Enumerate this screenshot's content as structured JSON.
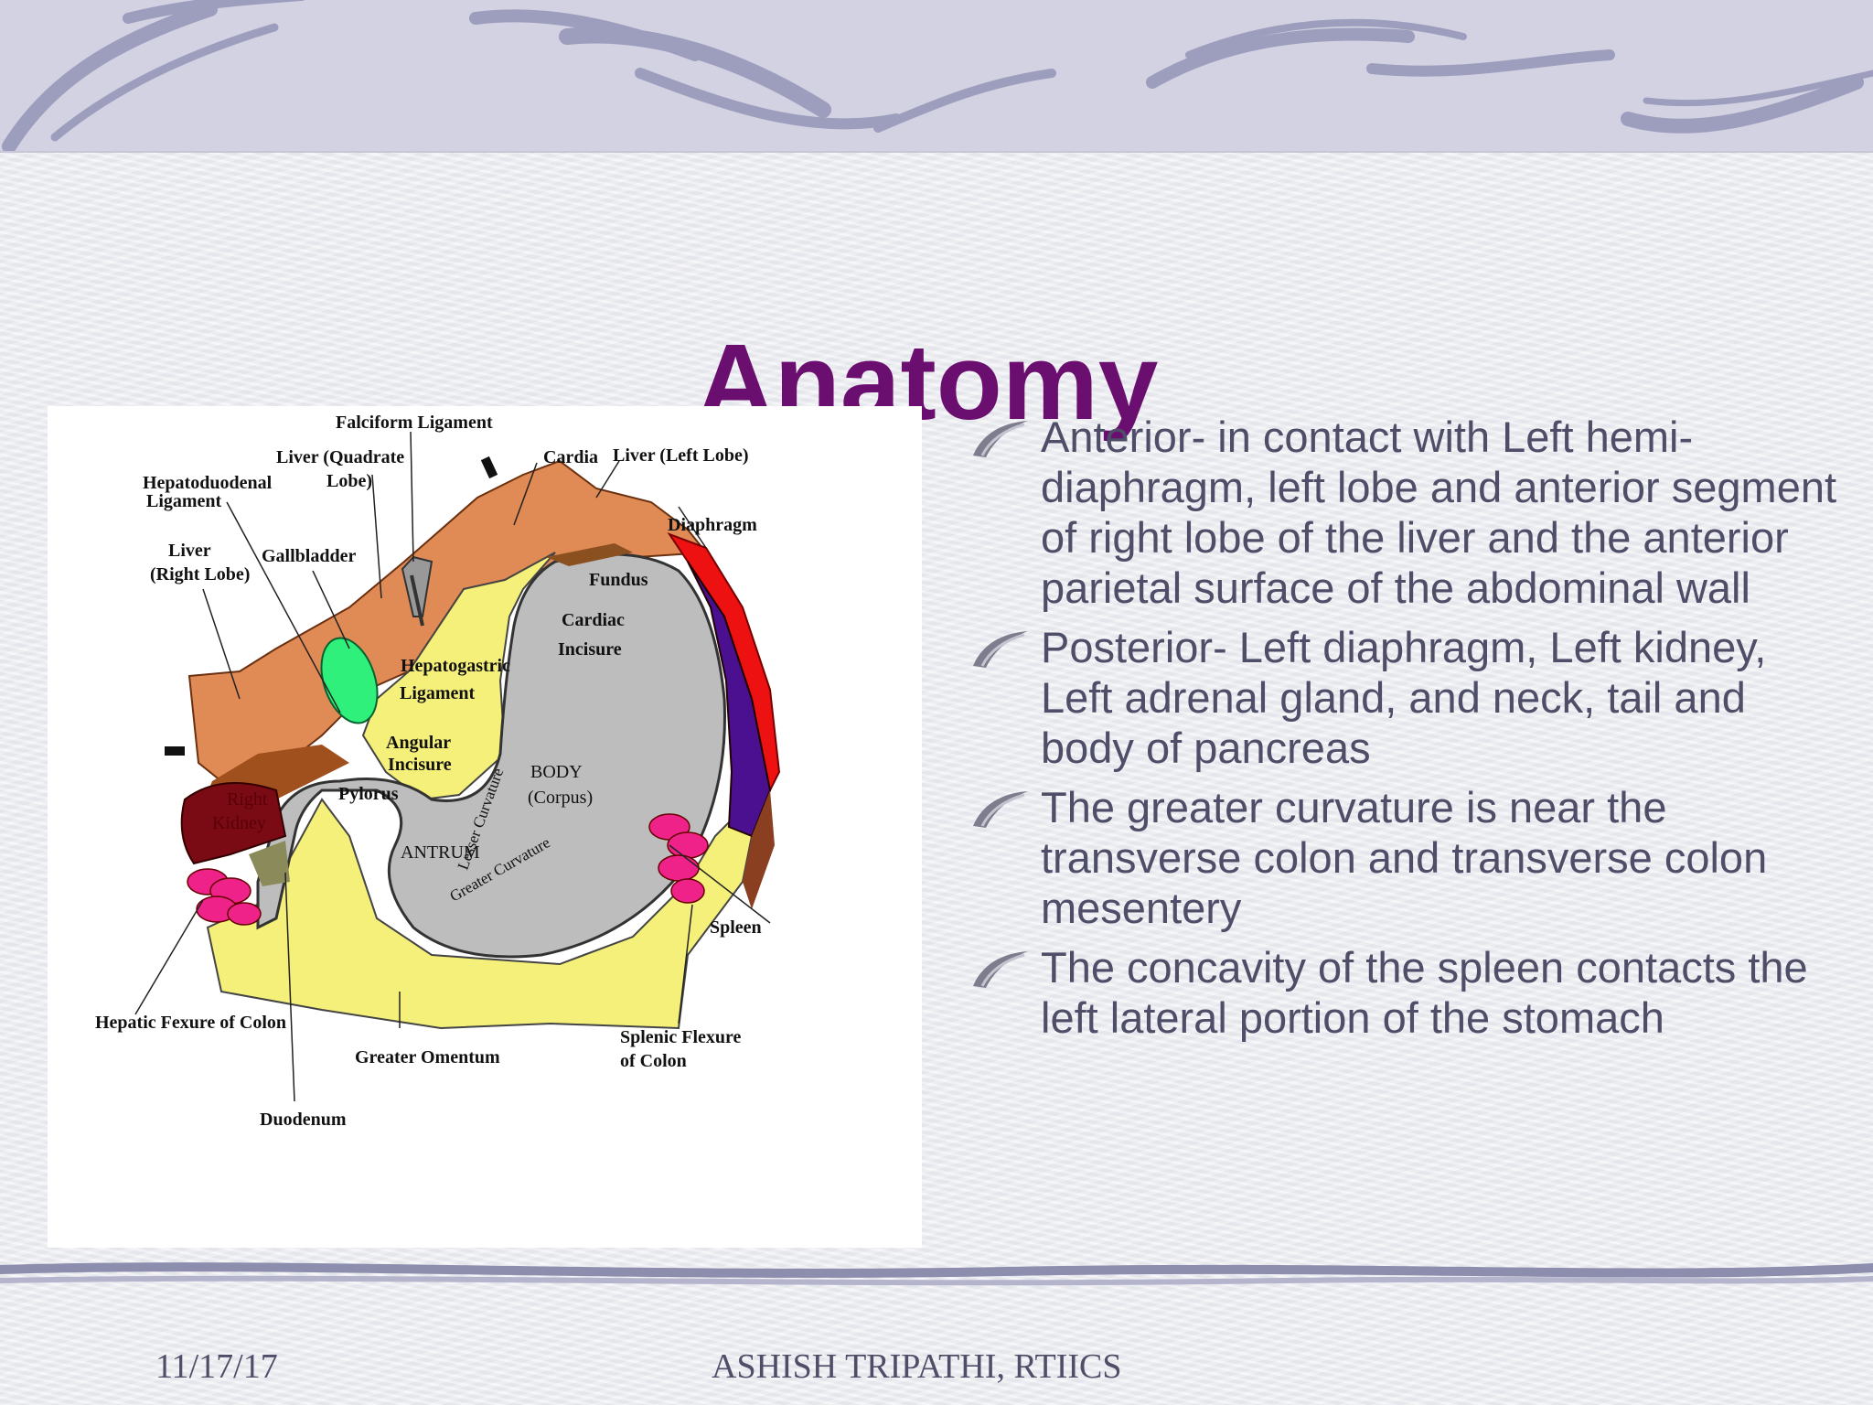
{
  "slide": {
    "title": "Anatomy",
    "bullets": [
      "Anterior- in contact with Left hemi-diaphragm, left lobe and anterior segment of right lobe of the liver and the anterior parietal surface of the abdominal wall",
      "Posterior- Left diaphragm, Left kidney, Left adrenal gland, and neck, tail and body of pancreas",
      "The greater curvature is near the transverse colon and transverse colon mesentery",
      "The concavity of the spleen contacts the left lateral portion of the stomach"
    ],
    "footer": {
      "date": "11/17/17",
      "author": "ASHISH TRIPATHI, RTIICS"
    }
  },
  "diagram": {
    "labels": {
      "falciform": "Falciform Ligament",
      "liver_quadrate_1": "Liver (Quadrate",
      "liver_quadrate_2": "Lobe)",
      "cardia": "Cardia",
      "liver_left": "Liver (Left Lobe)",
      "hepatoduodenal_1": "Hepatoduodenal",
      "hepatoduodenal_2": "Ligament",
      "diaphragm": "Diaphragm",
      "liver_right_1": "Liver",
      "liver_right_2": "(Right Lobe)",
      "gallbladder": "Gallbladder",
      "fundus": "Fundus",
      "cardiac_incisure_1": "Cardiac",
      "cardiac_incisure_2": "Incisure",
      "hepatogastric_1": "Hepatogastric",
      "hepatogastric_2": "Ligament",
      "angular_1": "Angular",
      "angular_2": "Incisure",
      "body_1": "BODY",
      "body_2": "(Corpus)",
      "pylorus": "Pylorus",
      "right_kidney_1": "Right",
      "right_kidney_2": "Kidney",
      "antrum": "ANTRUM",
      "lesser_curvature": "Lesser Curvature",
      "greater_curvature": "Greater Curvature",
      "spleen": "Spleen",
      "hepatic_flexure": "Hepatic Fexure of Colon",
      "greater_omentum": "Greater Omentum",
      "splenic_flexure_1": "Splenic Flexure",
      "splenic_flexure_2": "of Colon",
      "duodenum": "Duodenum"
    }
  },
  "colors": {
    "title": "#6a0f6f",
    "body_text": "#4e4e68",
    "liver": "#e08a55",
    "stomach": "#bdbdbd",
    "omentum": "#f5f07a",
    "gallbladder": "#2ef07a",
    "spleen": "#4a1090",
    "diaphragm": "#ee1111",
    "kidney": "#7a0a14",
    "colon": "#ee2288"
  }
}
